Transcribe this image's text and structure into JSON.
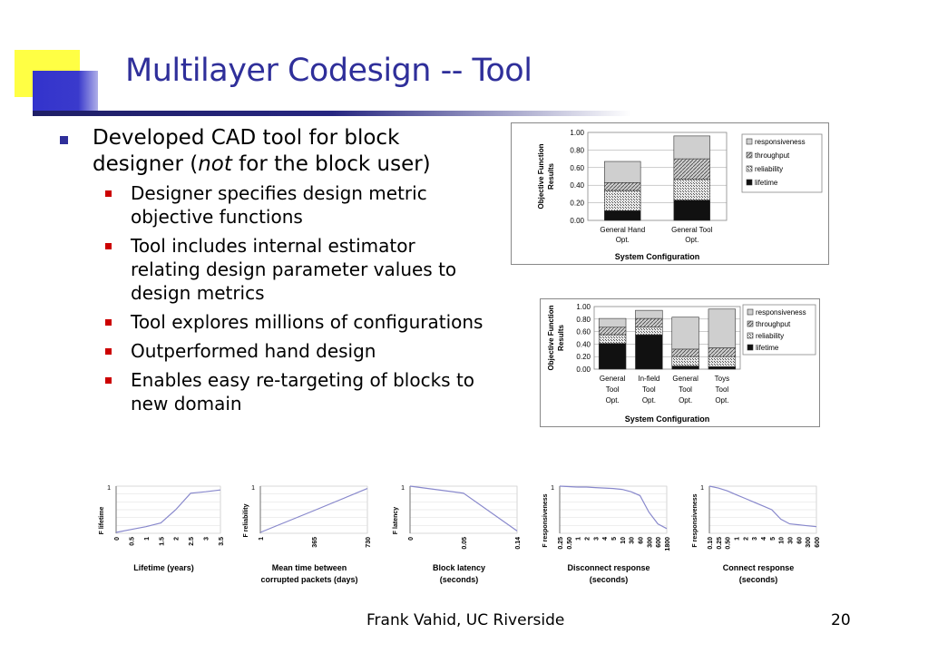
{
  "slide": {
    "title": "Multilayer Codesign -- Tool",
    "bullets": {
      "main": {
        "pre": "Developed CAD tool for block designer (",
        "em": "not",
        "post": " for the block user)"
      },
      "sub": [
        "Designer specifies design metric objective functions",
        "Tool includes internal estimator relating design parameter values to design metrics",
        "Tool explores millions of configurations",
        "Outperformed hand design",
        "Enables easy re-targeting of blocks to new domain"
      ]
    },
    "footer": {
      "author": "Frank Vahid, UC Riverside",
      "page": "20"
    }
  },
  "colors": {
    "title": "#2f2f9a",
    "bullet_main": "#2f2f9a",
    "bullet_sub": "#cc0000",
    "accent_yellow": "#ffff44",
    "accent_blue": "#3333cc"
  },
  "chart_data": [
    {
      "type": "bar",
      "stacked": true,
      "title": "",
      "ylabel": "Objective Function Results",
      "xlabel": "System Configuration",
      "ylim": [
        0,
        1
      ],
      "yticks": [
        "0.00",
        "0.20",
        "0.40",
        "0.60",
        "0.80",
        "1.00"
      ],
      "categories": [
        "General Hand Opt.",
        "General Tool Opt."
      ],
      "series": [
        {
          "name": "lifetime",
          "values": [
            0.11,
            0.23
          ]
        },
        {
          "name": "reliability",
          "values": [
            0.23,
            0.24
          ]
        },
        {
          "name": "throughput",
          "values": [
            0.09,
            0.23
          ]
        },
        {
          "name": "responsiveness",
          "values": [
            0.24,
            0.26
          ]
        }
      ],
      "legend_order": [
        "responsiveness",
        "throughput",
        "reliability",
        "lifetime"
      ],
      "legend": "right"
    },
    {
      "type": "bar",
      "stacked": true,
      "title": "",
      "ylabel": "Objective Function Results",
      "xlabel": "System Configuration",
      "ylim": [
        0,
        1
      ],
      "yticks": [
        "0.00",
        "0.20",
        "0.40",
        "0.60",
        "0.80",
        "1.00"
      ],
      "categories": [
        "General Tool Opt.",
        "In-field Tool Opt.",
        "General Tool Opt.",
        "Toys Tool Opt."
      ],
      "series": [
        {
          "name": "lifetime",
          "values": [
            0.41,
            0.55,
            0.05,
            0.04
          ]
        },
        {
          "name": "reliability",
          "values": [
            0.14,
            0.12,
            0.15,
            0.16
          ]
        },
        {
          "name": "throughput",
          "values": [
            0.12,
            0.14,
            0.12,
            0.14
          ]
        },
        {
          "name": "responsiveness",
          "values": [
            0.14,
            0.13,
            0.51,
            0.62
          ]
        }
      ],
      "legend_order": [
        "responsiveness",
        "throughput",
        "reliability",
        "lifetime"
      ],
      "legend": "right"
    },
    {
      "type": "line",
      "xlabel": "Lifetime (years)",
      "ylabel": "F lifetime",
      "xticks": [
        "0",
        "0.5",
        "1",
        "1.5",
        "2",
        "2.5",
        "3",
        "3.5"
      ],
      "values": [
        0.02,
        0.08,
        0.14,
        0.22,
        0.5,
        0.85,
        0.88,
        0.92
      ]
    },
    {
      "type": "line",
      "xlabel": "Mean time between corrupted packets (days)",
      "ylabel": "F reliability",
      "xticks": [
        "1",
        "365",
        "730"
      ],
      "values": [
        0.02,
        0.48,
        0.95
      ]
    },
    {
      "type": "line",
      "xlabel": "Block latency (seconds)",
      "ylabel": "F latency",
      "xticks": [
        "0",
        "0.05",
        "0.14"
      ],
      "values": [
        1.0,
        0.85,
        0.05
      ]
    },
    {
      "type": "line",
      "xlabel": "Disconnect response (seconds)",
      "ylabel": "F responsiveness",
      "xticks": [
        "0.25",
        "0.50",
        "1",
        "2",
        "3",
        "4",
        "5",
        "10",
        "30",
        "60",
        "300",
        "600",
        "1800"
      ],
      "values": [
        1.0,
        0.99,
        0.98,
        0.98,
        0.97,
        0.96,
        0.95,
        0.93,
        0.88,
        0.8,
        0.45,
        0.2,
        0.1
      ]
    },
    {
      "type": "line",
      "xlabel": "Connect response (seconds)",
      "ylabel": "F responsiveness",
      "xticks": [
        "0.10",
        "0.25",
        "0.50",
        "1",
        "2",
        "3",
        "4",
        "5",
        "10",
        "30",
        "60",
        "300",
        "600"
      ],
      "values": [
        1.0,
        0.96,
        0.9,
        0.82,
        0.74,
        0.66,
        0.58,
        0.5,
        0.3,
        0.2,
        0.18,
        0.16,
        0.14
      ]
    }
  ]
}
